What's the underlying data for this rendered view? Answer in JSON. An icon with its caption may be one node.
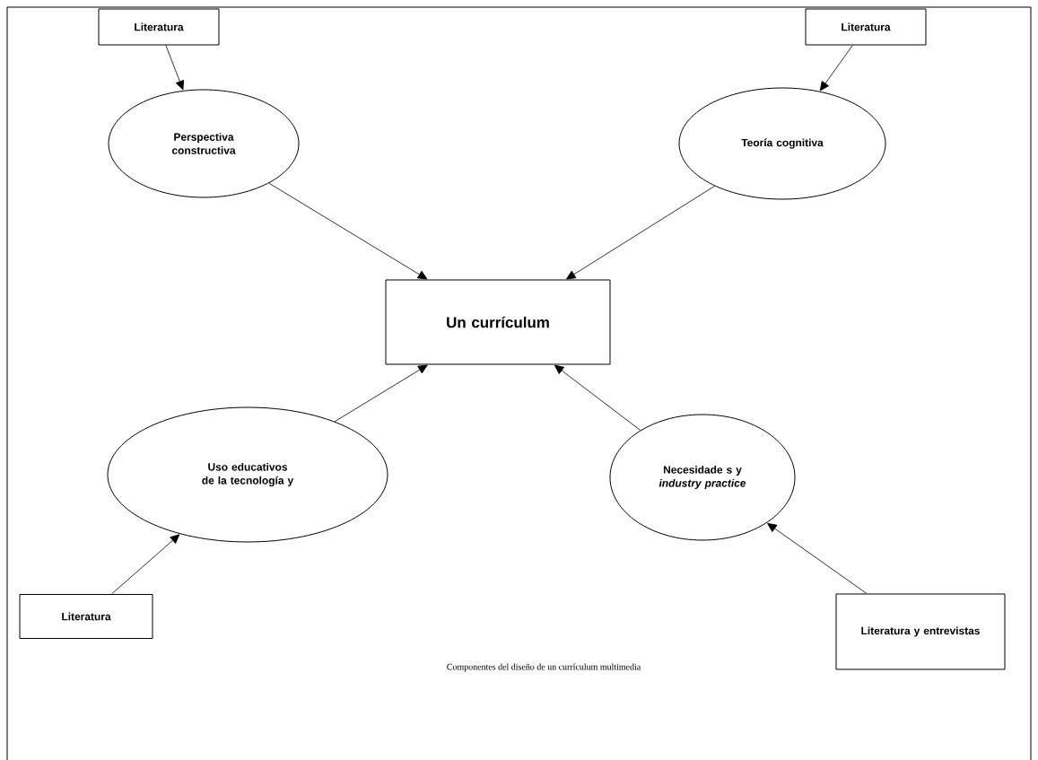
{
  "diagram": {
    "caption": "Componentes del diseño de un currículum multimedia",
    "nodes": [
      {
        "text": [
          "Literatura"
        ]
      },
      {
        "text": [
          "Perspectiva constructiva"
        ]
      },
      {
        "text": [
          "Literatura"
        ]
      },
      {
        "text": [
          "Teoría cognitiva"
        ]
      },
      {
        "text": [
          "Un currículum"
        ]
      },
      {
        "text": [
          "Uso educativos de la tecnología y"
        ]
      },
      {
        "text": [
          "Necesidade s y *industry practice*"
        ]
      },
      {
        "text": [
          "Literatura"
        ]
      },
      {
        "text": [
          "Literatura y entrevistas"
        ]
      }
    ],
    "edges": [
      {
        "from": 0,
        "to": 1,
        "arrow": "to"
      },
      {
        "from": 2,
        "to": 3,
        "arrow": "to"
      },
      {
        "from": 1,
        "to": 4,
        "arrow": "to"
      },
      {
        "from": 3,
        "to": 4,
        "arrow": "to"
      },
      {
        "from": 5,
        "to": 4,
        "arrow": "to"
      },
      {
        "from": 6,
        "to": 4,
        "arrow": "to"
      },
      {
        "from": 7,
        "to": 5,
        "arrow": "to"
      },
      {
        "from": 8,
        "to": 6,
        "arrow": "to"
      }
    ]
  }
}
